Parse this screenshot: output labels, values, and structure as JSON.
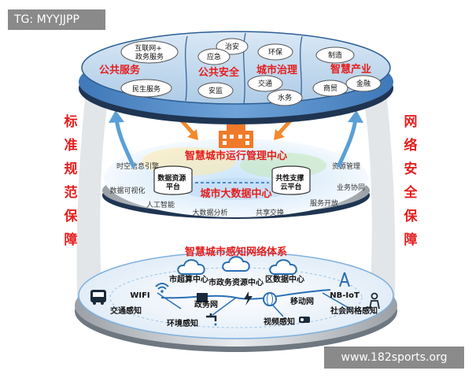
{
  "watermarks": {
    "top_left": "TG: MYYJJPP",
    "bottom_right": "www.182sports.org"
  },
  "side_labels": {
    "left": [
      "标",
      "准",
      "规",
      "范",
      "保",
      "障"
    ],
    "right": [
      "网",
      "络",
      "安",
      "全",
      "保",
      "障"
    ]
  },
  "top_layer": {
    "sectors": [
      {
        "title": "公共服务",
        "items": [
          "互联网+\n政务服务",
          "民生服务"
        ]
      },
      {
        "title": "公共安全",
        "items": [
          "治安",
          "应急",
          "安监"
        ]
      },
      {
        "title": "城市治理",
        "items": [
          "环保",
          "交通",
          "水务"
        ]
      },
      {
        "title": "智慧产业",
        "items": [
          "制造",
          "商贸",
          "金融"
        ]
      }
    ]
  },
  "middle_layer": {
    "ops_center": "智慧城市运行管理中心",
    "bigdata_center": "城市大数据中心",
    "platforms": [
      "数据资源\n平台",
      "共性支撑\n云平台"
    ],
    "capabilities": [
      "时空信息引擎",
      "资源管理",
      "数据可视化",
      "业务协同",
      "人工智能",
      "服务开放",
      "大数据分析",
      "共享交换"
    ]
  },
  "bottom_layer": {
    "title": "智慧城市感知网络体系",
    "clouds": [
      "市超算中心",
      "市政务资源中心",
      "区数据中心"
    ],
    "networks": [
      "WIFI",
      "政务网",
      "移动网",
      "NB-IoT"
    ],
    "sensing": [
      "交通感知",
      "环境感知",
      "视频感知",
      "社会网格感知"
    ]
  },
  "colors": {
    "red": "#e41e1e",
    "blue_line": "#2a6fb5",
    "arrow_blue": "#5a9fd6",
    "arrow_orange": "#f28a2e",
    "building": "#f07a2a"
  }
}
